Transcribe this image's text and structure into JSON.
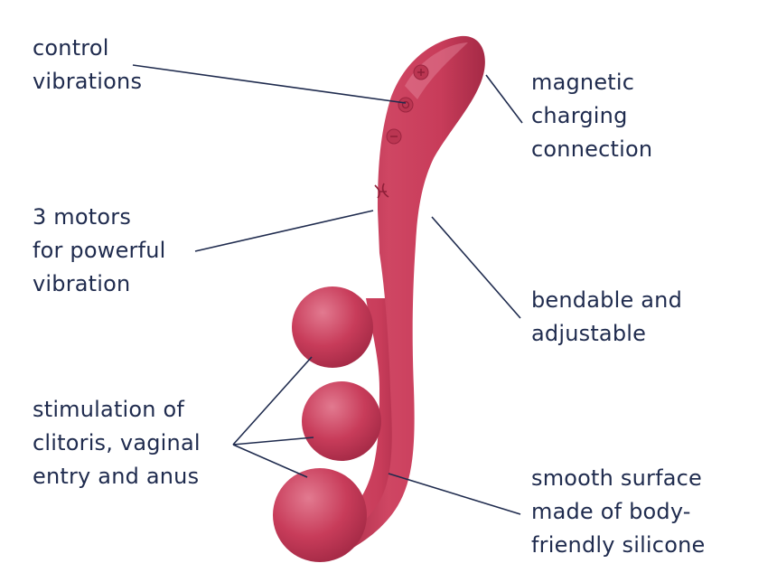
{
  "colors": {
    "text": "#1f2b4e",
    "line": "#1f2b4e",
    "product": "#c83c5a",
    "product_dark": "#a52a46",
    "product_light": "#de6c84",
    "background": "#ffffff"
  },
  "labels": {
    "control_vibrations": [
      "control",
      "vibrations"
    ],
    "three_motors": [
      "3 motors",
      "for powerful",
      "vibration"
    ],
    "stimulation": [
      "stimulation of",
      "clitoris, vaginal",
      "entry and anus"
    ],
    "magnetic_charging": [
      "magnetic",
      "charging",
      "connection"
    ],
    "bendable": [
      "bendable and",
      "adjustable"
    ],
    "smooth_surface": [
      "smooth surface",
      "made of body-",
      "friendly silicone"
    ]
  },
  "icons": [
    "plus-icon",
    "power-icon",
    "minus-icon",
    "brand-logo-icon"
  ]
}
